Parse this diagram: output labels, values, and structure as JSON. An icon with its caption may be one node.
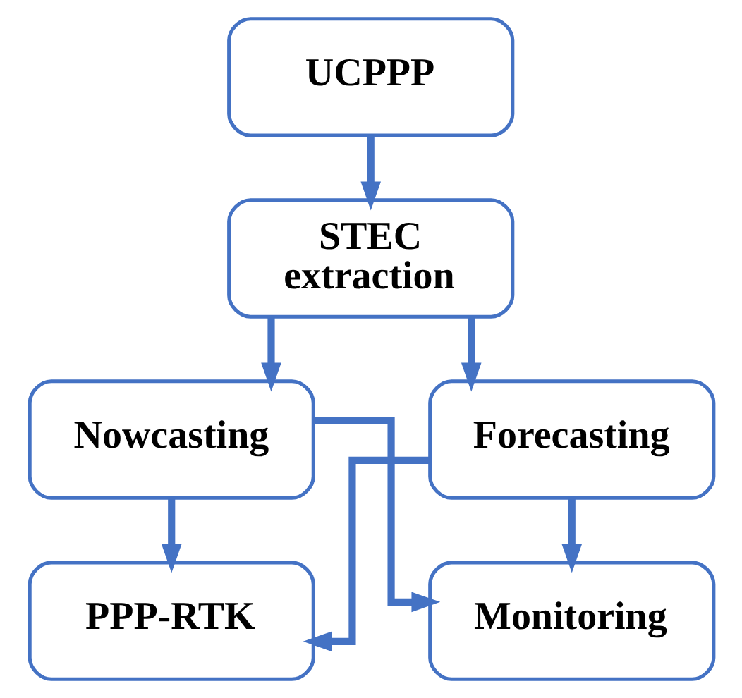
{
  "diagram": {
    "nodes": [
      {
        "text": [
          "UCPPP"
        ]
      },
      {
        "text": [
          "STEC extraction"
        ]
      },
      {
        "text": [
          "Nowcasting"
        ]
      },
      {
        "text": [
          "Forecasting"
        ]
      },
      {
        "text": [
          "PPP-RTK"
        ]
      },
      {
        "text": [
          "Monitoring"
        ]
      }
    ],
    "edges": [
      {
        "from": 0,
        "to": 1,
        "arrow": "to"
      },
      {
        "from": 1,
        "to": 2,
        "arrow": "to"
      },
      {
        "from": 1,
        "to": 3,
        "arrow": "to"
      },
      {
        "from": 2,
        "to": 4,
        "arrow": "to"
      },
      {
        "from": 2,
        "to": 5,
        "arrow": "to"
      },
      {
        "from": 3,
        "to": 4,
        "arrow": "to"
      },
      {
        "from": 3,
        "to": 5,
        "arrow": "to"
      }
    ]
  }
}
